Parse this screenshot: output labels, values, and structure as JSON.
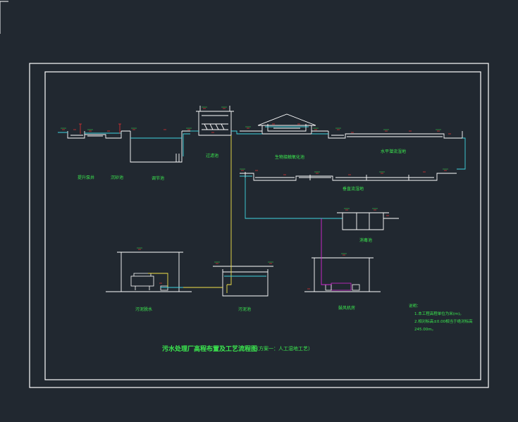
{
  "drawing": {
    "title": "污水处理厂高程布置及工艺流程图",
    "scheme": "（方案一：人工湿地工艺）",
    "labels": {
      "lift_pump_well": "提升泵井",
      "grit_chamber": "沉砂池",
      "regulating_tank": "调节池",
      "filter_tank": "过滤池",
      "bio_contact_tank": "生物接触氧化池",
      "horizontal_wetland": "水平潜流湿地",
      "vertical_wetland": "垂直流湿地",
      "disinfection_tank": "消毒池",
      "sludge_dewatering": "污泥脱水",
      "sludge_tank": "污泥池",
      "blower_room": "鼓风机房"
    },
    "notes": {
      "header": "说明：",
      "line1": "1.本工程高程单位为米(m)。",
      "line2": "2.相对标高±0.00相当于绝对标高",
      "line3": "245.00m。"
    }
  },
  "colors": {
    "background": "#212830",
    "frame": "#ffffff",
    "structure": "#ffffff",
    "water": "#3fd5e0",
    "sludge_pipe": "#f2e24a",
    "air_pipe": "#d42ad4",
    "elevation_mark": "#e53030",
    "text": "#3bea4f"
  }
}
